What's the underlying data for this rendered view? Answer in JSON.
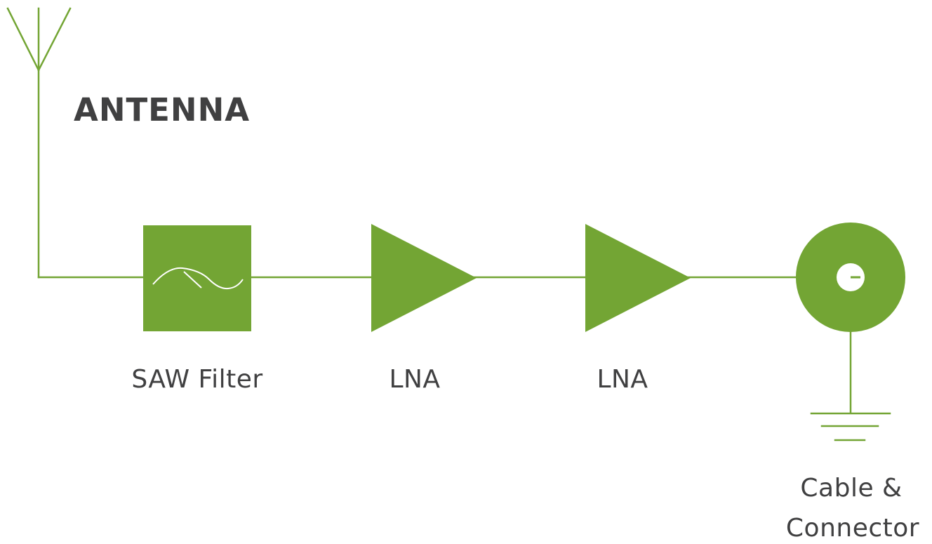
{
  "diagram": {
    "title": "ANTENNA",
    "components": {
      "saw_filter": "SAW Filter",
      "lna_1": "LNA",
      "lna_2": "LNA",
      "cable_line_1": "Cable &",
      "cable_line_2": "Connector"
    }
  },
  "colors": {
    "accent": "#73a534",
    "text": "#404041",
    "background": "#ffffff"
  },
  "icons": [
    "antenna-icon",
    "saw-filter-icon",
    "amplifier-icon",
    "coax-connector-icon",
    "ground-icon"
  ]
}
